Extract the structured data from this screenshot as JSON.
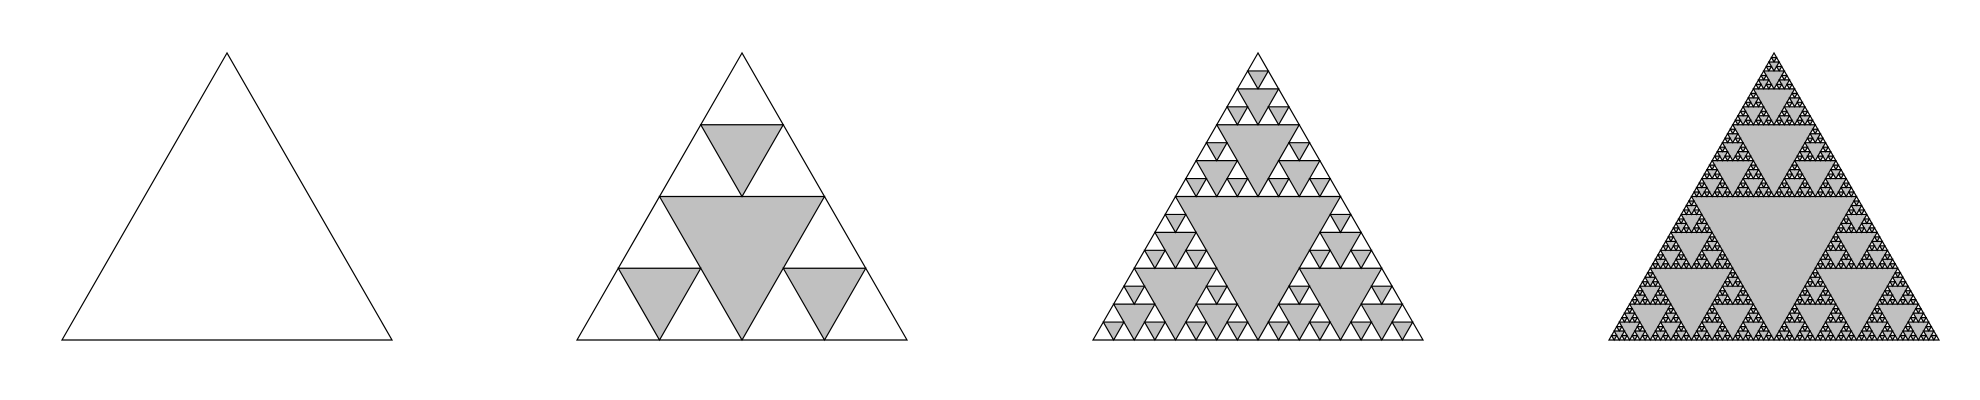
{
  "figure": {
    "panels": [
      {
        "iteration": 0
      },
      {
        "iteration": 2
      },
      {
        "iteration": 4
      },
      {
        "iteration": 6
      }
    ]
  },
  "colors": {
    "background": "#ffffff",
    "outline": "#000000",
    "removed_fill": "#c0c0c0"
  }
}
